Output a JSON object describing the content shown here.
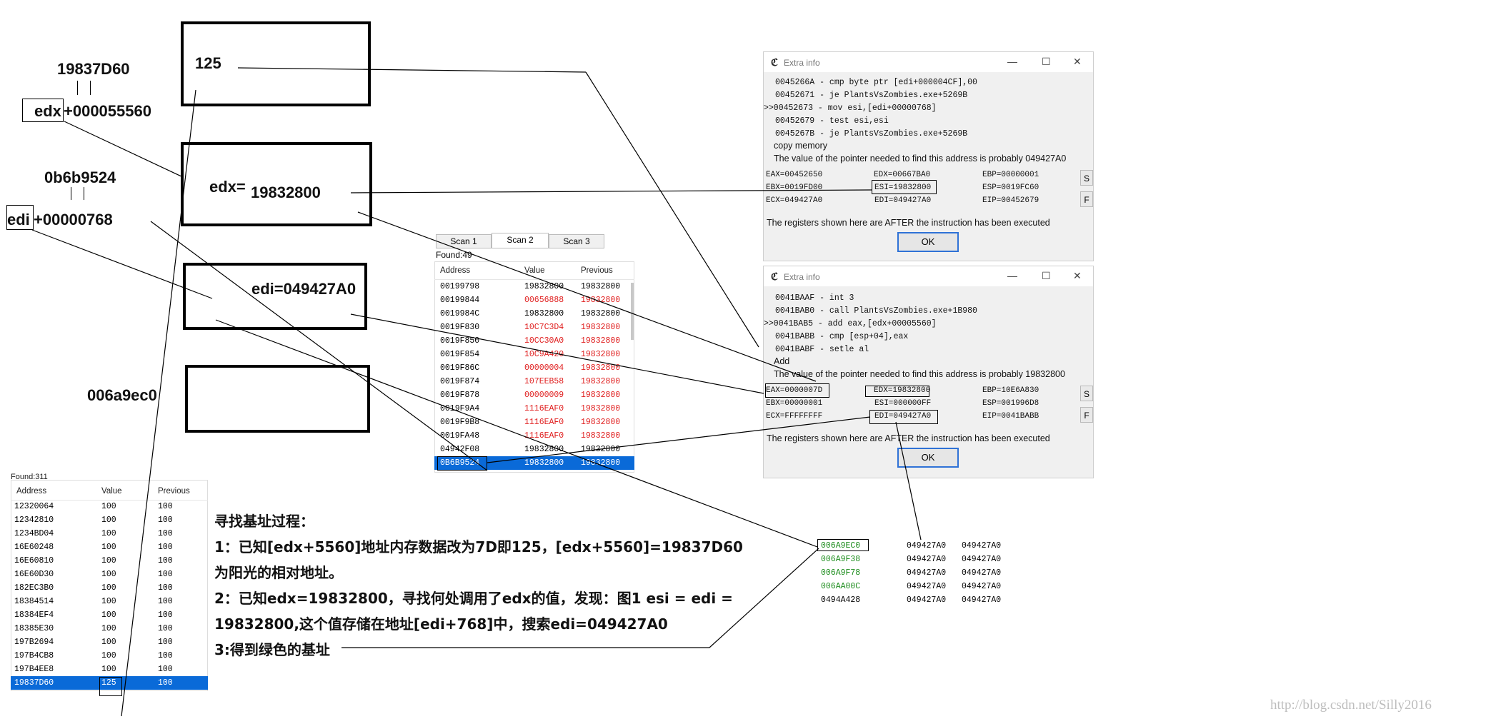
{
  "labels": {
    "addr_19837d60": "19837D60",
    "edx_reg": "edx",
    "edx_offset": "+000055560",
    "addr_0b6b9524": "0b6b9524",
    "edi_reg": "edi",
    "edi_offset": "+00000768",
    "addr_006a9ec0": "006a9ec0",
    "box_125": "125",
    "box_edx_name": "edx=",
    "box_edx_val": "19832800",
    "box_edi": "edi=049427A0"
  },
  "left_table": {
    "found": "Found:311",
    "headers": [
      "Address",
      "Value",
      "Previous"
    ],
    "rows": [
      [
        "12320064",
        "100",
        "100"
      ],
      [
        "12342810",
        "100",
        "100"
      ],
      [
        "1234BD04",
        "100",
        "100"
      ],
      [
        "16E60248",
        "100",
        "100"
      ],
      [
        "16E60810",
        "100",
        "100"
      ],
      [
        "16E60D30",
        "100",
        "100"
      ],
      [
        "182EC3B0",
        "100",
        "100"
      ],
      [
        "18384514",
        "100",
        "100"
      ],
      [
        "18384EF4",
        "100",
        "100"
      ],
      [
        "18385E30",
        "100",
        "100"
      ],
      [
        "197B2694",
        "100",
        "100"
      ],
      [
        "197B4CB8",
        "100",
        "100"
      ],
      [
        "197B4EE8",
        "100",
        "100"
      ],
      [
        "19837D60",
        "125",
        "100"
      ]
    ]
  },
  "scan_table": {
    "tabs": [
      "Scan 1",
      "Scan 2",
      "Scan 3"
    ],
    "found": "Found:49",
    "headers": [
      "Address",
      "Value",
      "Previous"
    ],
    "rows": [
      [
        "00199798",
        "19832800",
        "19832800"
      ],
      [
        "00199844",
        "00656888",
        "19832800"
      ],
      [
        "0019984C",
        "19832800",
        "19832800"
      ],
      [
        "0019F830",
        "10C7C3D4",
        "19832800"
      ],
      [
        "0019F850",
        "10CC30A0",
        "19832800"
      ],
      [
        "0019F854",
        "10C9A420",
        "19832800"
      ],
      [
        "0019F86C",
        "00000004",
        "19832800"
      ],
      [
        "0019F874",
        "107EEB58",
        "19832800"
      ],
      [
        "0019F878",
        "00000009",
        "19832800"
      ],
      [
        "0019F9A4",
        "1116EAF0",
        "19832800"
      ],
      [
        "0019F9B8",
        "1116EAF0",
        "19832800"
      ],
      [
        "0019FA48",
        "1116EAF0",
        "19832800"
      ],
      [
        "04942F08",
        "19832800",
        "19832800"
      ],
      [
        "0B6B9524",
        "19832800",
        "19832800"
      ]
    ]
  },
  "green_table": {
    "rows": [
      [
        "006A9EC0",
        "049427A0",
        "049427A0"
      ],
      [
        "006A9F38",
        "049427A0",
        "049427A0"
      ],
      [
        "006A9F78",
        "049427A0",
        "049427A0"
      ],
      [
        "006AA00C",
        "049427A0",
        "049427A0"
      ],
      [
        "0494A428",
        "049427A0",
        "049427A0"
      ]
    ]
  },
  "dialog1": {
    "title": "Extra info",
    "code": [
      "0045266A - cmp byte ptr [edi+000004CF],00",
      "00452671 - je PlantsVsZombies.exe+5269B",
      ">>00452673 - mov esi,[edi+00000768]",
      "00452679 - test esi,esi",
      "0045267B - je PlantsVsZombies.exe+5269B"
    ],
    "note1": "copy memory",
    "note2": "The value of the pointer needed to find this address is probably 049427A0",
    "regs": [
      [
        "EAX=00452650",
        "EDX=00667BA0",
        "EBP=00000001"
      ],
      [
        "EBX=0019FD00",
        "ESI=19832800",
        "ESP=0019FC60"
      ],
      [
        "ECX=049427A0",
        "EDI=049427A0",
        "EIP=00452679"
      ]
    ],
    "footer": "The registers shown here are AFTER the instruction has been executed",
    "ok": "OK",
    "s": "S",
    "f": "F"
  },
  "dialog2": {
    "title": "Extra info",
    "code": [
      "0041BAAF - int 3",
      "0041BAB0 - call PlantsVsZombies.exe+1B980",
      ">>0041BAB5 - add eax,[edx+00005560]",
      "0041BABB - cmp [esp+04],eax",
      "0041BABF - setle al"
    ],
    "note1": "Add",
    "note2": "The value of the pointer needed to find this address is probably 19832800",
    "regs": [
      [
        "EAX=0000007D",
        "EDX=19832800",
        "EBP=10E6A830"
      ],
      [
        "EBX=00000001",
        "ESI=000000FF",
        "ESP=001996D8"
      ],
      [
        "ECX=FFFFFFFF",
        "EDI=049427A0",
        "EIP=0041BABB"
      ]
    ],
    "footer": "The registers shown here are AFTER the instruction has been executed",
    "ok": "OK",
    "s": "S",
    "f": "F"
  },
  "process": {
    "title": "寻找基址过程：",
    "line1": "1：已知[edx+5560]地址内存数据改为7D即125，[edx+5560]=19837D60",
    "line1b": "为阳光的相对地址。",
    "line2": "2：已知edx=19832800，寻找何处调用了edx的值，发现：图1 esi = edi =",
    "line2b": "19832800,这个值存储在地址[edi+768]中，搜索edi=049427A0",
    "line3": "3:得到绿色的基址"
  },
  "watermark": "http://blog.csdn.net/Silly2016",
  "colors": {
    "selection": "#0a6ad8",
    "changed": "#e02020",
    "static_address": "#1c8c1c",
    "focus": "#2f72d6"
  }
}
